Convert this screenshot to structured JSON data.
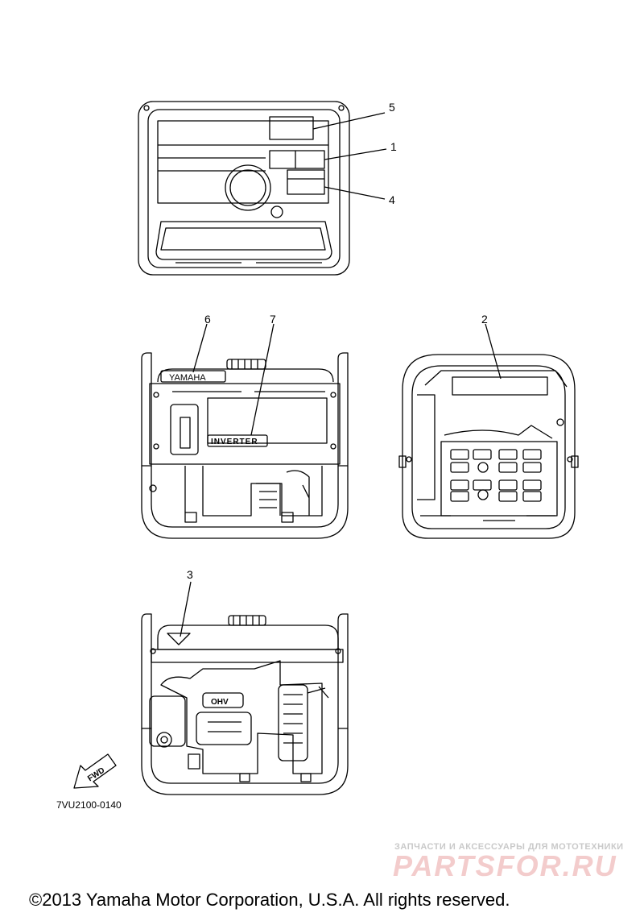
{
  "callouts": [
    "1",
    "2",
    "3",
    "4",
    "5",
    "6",
    "7"
  ],
  "labels": {
    "brand": "YAMAHA",
    "inverter": "INVERTER",
    "ohv": "OHV",
    "fwd": "FWD"
  },
  "part_code": "7VU2100-0140",
  "watermark": {
    "line1": "ЗАПЧАСТИ И АКСЕССУАРЫ ДЛЯ МОТОТЕХНИКИ",
    "line2": "PARTSFOR.RU"
  },
  "copyright": "©2013 Yamaha Motor Corporation, U.S.A. All rights reserved."
}
